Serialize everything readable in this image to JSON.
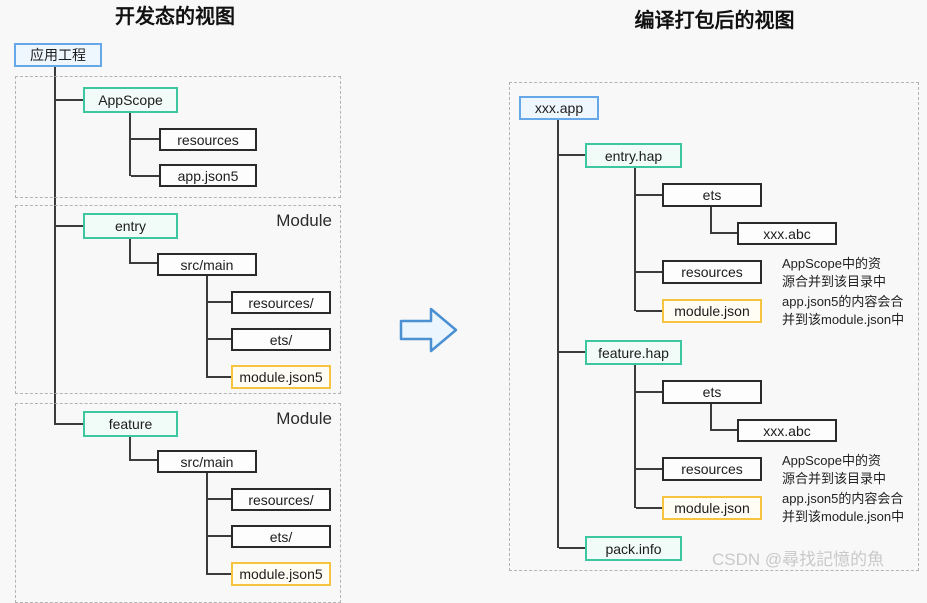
{
  "left_panel": {
    "title": "开发态的视图",
    "root_label": "应用工程",
    "module_label": "Module",
    "appscope": {
      "label": "AppScope",
      "resources": "resources",
      "app_json5": "app.json5"
    },
    "entry": {
      "label": "entry",
      "src_main": "src/main",
      "resources": "resources/",
      "ets": "ets/",
      "module_json5": "module.json5"
    },
    "feature": {
      "label": "feature",
      "src_main": "src/main",
      "resources": "resources/",
      "ets": "ets/",
      "module_json5": "module.json5"
    }
  },
  "right_panel": {
    "title": "编译打包后的视图",
    "root_label": "xxx.app",
    "entry_hap": {
      "label": "entry.hap",
      "ets": "ets",
      "abc": "xxx.abc",
      "resources": "resources",
      "module_json": "module.json"
    },
    "feature_hap": {
      "label": "feature.hap",
      "ets": "ets",
      "abc": "xxx.abc",
      "resources": "resources",
      "module_json": "module.json"
    },
    "pack_info": "pack.info",
    "notes": {
      "resources_note": "AppScope中的资\n源合并到该目录中",
      "module_note": "app.json5的内容会合\n并到该module.json中"
    }
  },
  "watermark": "CSDN @尋找記憶的魚",
  "colors": {
    "blue_border": "#66a7e8",
    "blue_fill": "#eef6fe",
    "green_border": "#3cc7a0",
    "green_fill": "#f1fbf7",
    "yellow_border": "#f7c440",
    "yellow_fill": "#fffdf4",
    "black_border": "#2a2a2a",
    "arrow_border": "#4a90d2",
    "arrow_fill": "#eaf5fd"
  }
}
